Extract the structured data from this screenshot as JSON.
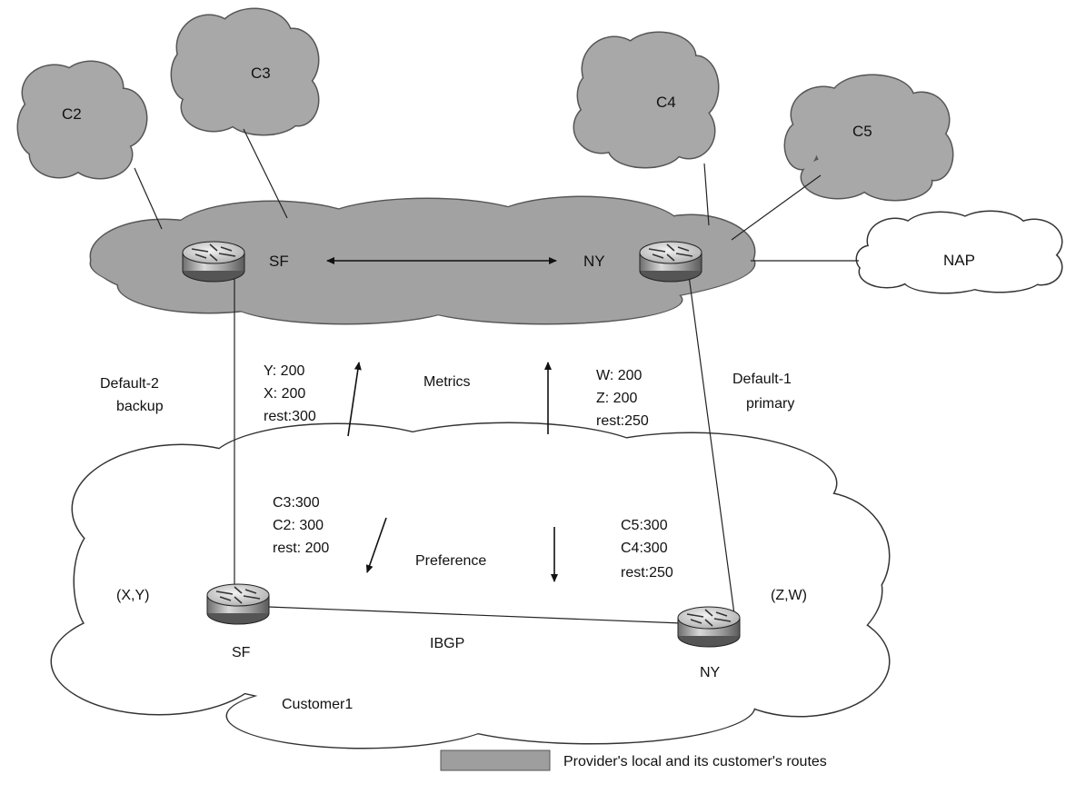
{
  "clouds": {
    "c2": "C2",
    "c3": "C3",
    "c4": "C4",
    "c5": "C5",
    "nap": "NAP"
  },
  "provider": {
    "sf": "SF",
    "ny": "NY"
  },
  "left_link": {
    "line1": "Default-2",
    "line2": "backup"
  },
  "right_link": {
    "line1": "Default-1",
    "line2": "primary"
  },
  "metrics": {
    "label": "Metrics",
    "left": [
      "Y: 200",
      "X: 200",
      "rest:300"
    ],
    "right": [
      "W: 200",
      "Z: 200",
      "rest:250"
    ]
  },
  "preference": {
    "label": "Preference",
    "left": [
      "C3:300",
      "C2: 300",
      "rest: 200"
    ],
    "right": [
      "C5:300",
      "C4:300",
      "rest:250"
    ]
  },
  "customer": {
    "name": "Customer1",
    "sf": "SF",
    "ny": "NY",
    "sf_prefixes": "(X,Y)",
    "ny_prefixes": "(Z,W)",
    "link": "IBGP"
  },
  "legend": {
    "label": "Provider's local and its customer's routes"
  },
  "colors": {
    "provider_cloud": "#a2a2a2",
    "peer_cloud": "#a8a8a8",
    "white_cloud": "#ffffff",
    "outline": "#555555",
    "router_top": "#dcdcdc",
    "router_body": "#9a9a9a"
  }
}
